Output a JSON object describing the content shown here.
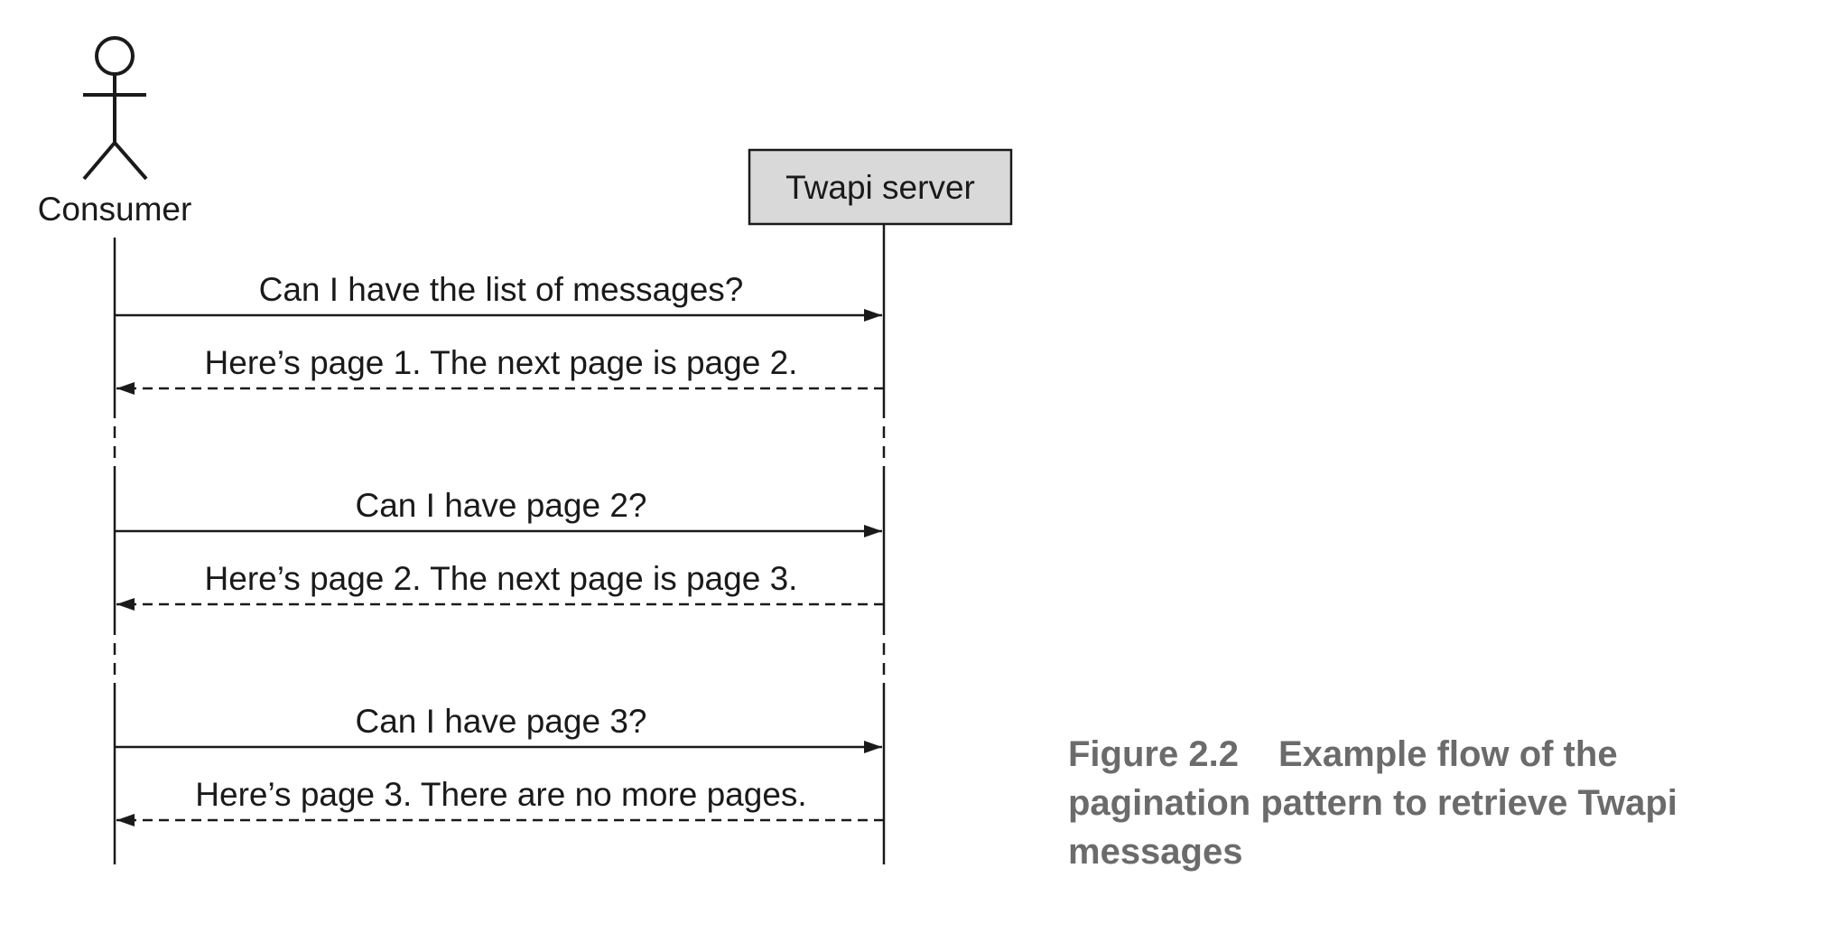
{
  "diagram": {
    "actor": {
      "name": "Consumer"
    },
    "server": {
      "name": "Twapi server",
      "box_fill": "#d9d9d9"
    },
    "messages": [
      {
        "label": "Can I have the list of messages?",
        "direction": "request"
      },
      {
        "label": "Here’s page 1. The next page is page 2.",
        "direction": "response"
      },
      {
        "label": "Can I have page 2?",
        "direction": "request"
      },
      {
        "label": "Here’s page 2. The next page is page 3.",
        "direction": "response"
      },
      {
        "label": "Can I have page 3?",
        "direction": "request"
      },
      {
        "label": "Here’s page 3. There are no more pages.",
        "direction": "response"
      }
    ]
  },
  "caption": {
    "number": "Figure 2.2",
    "text": "Example flow of the pagination pattern to retrieve Twapi messages",
    "color": "#6b6b6b"
  }
}
